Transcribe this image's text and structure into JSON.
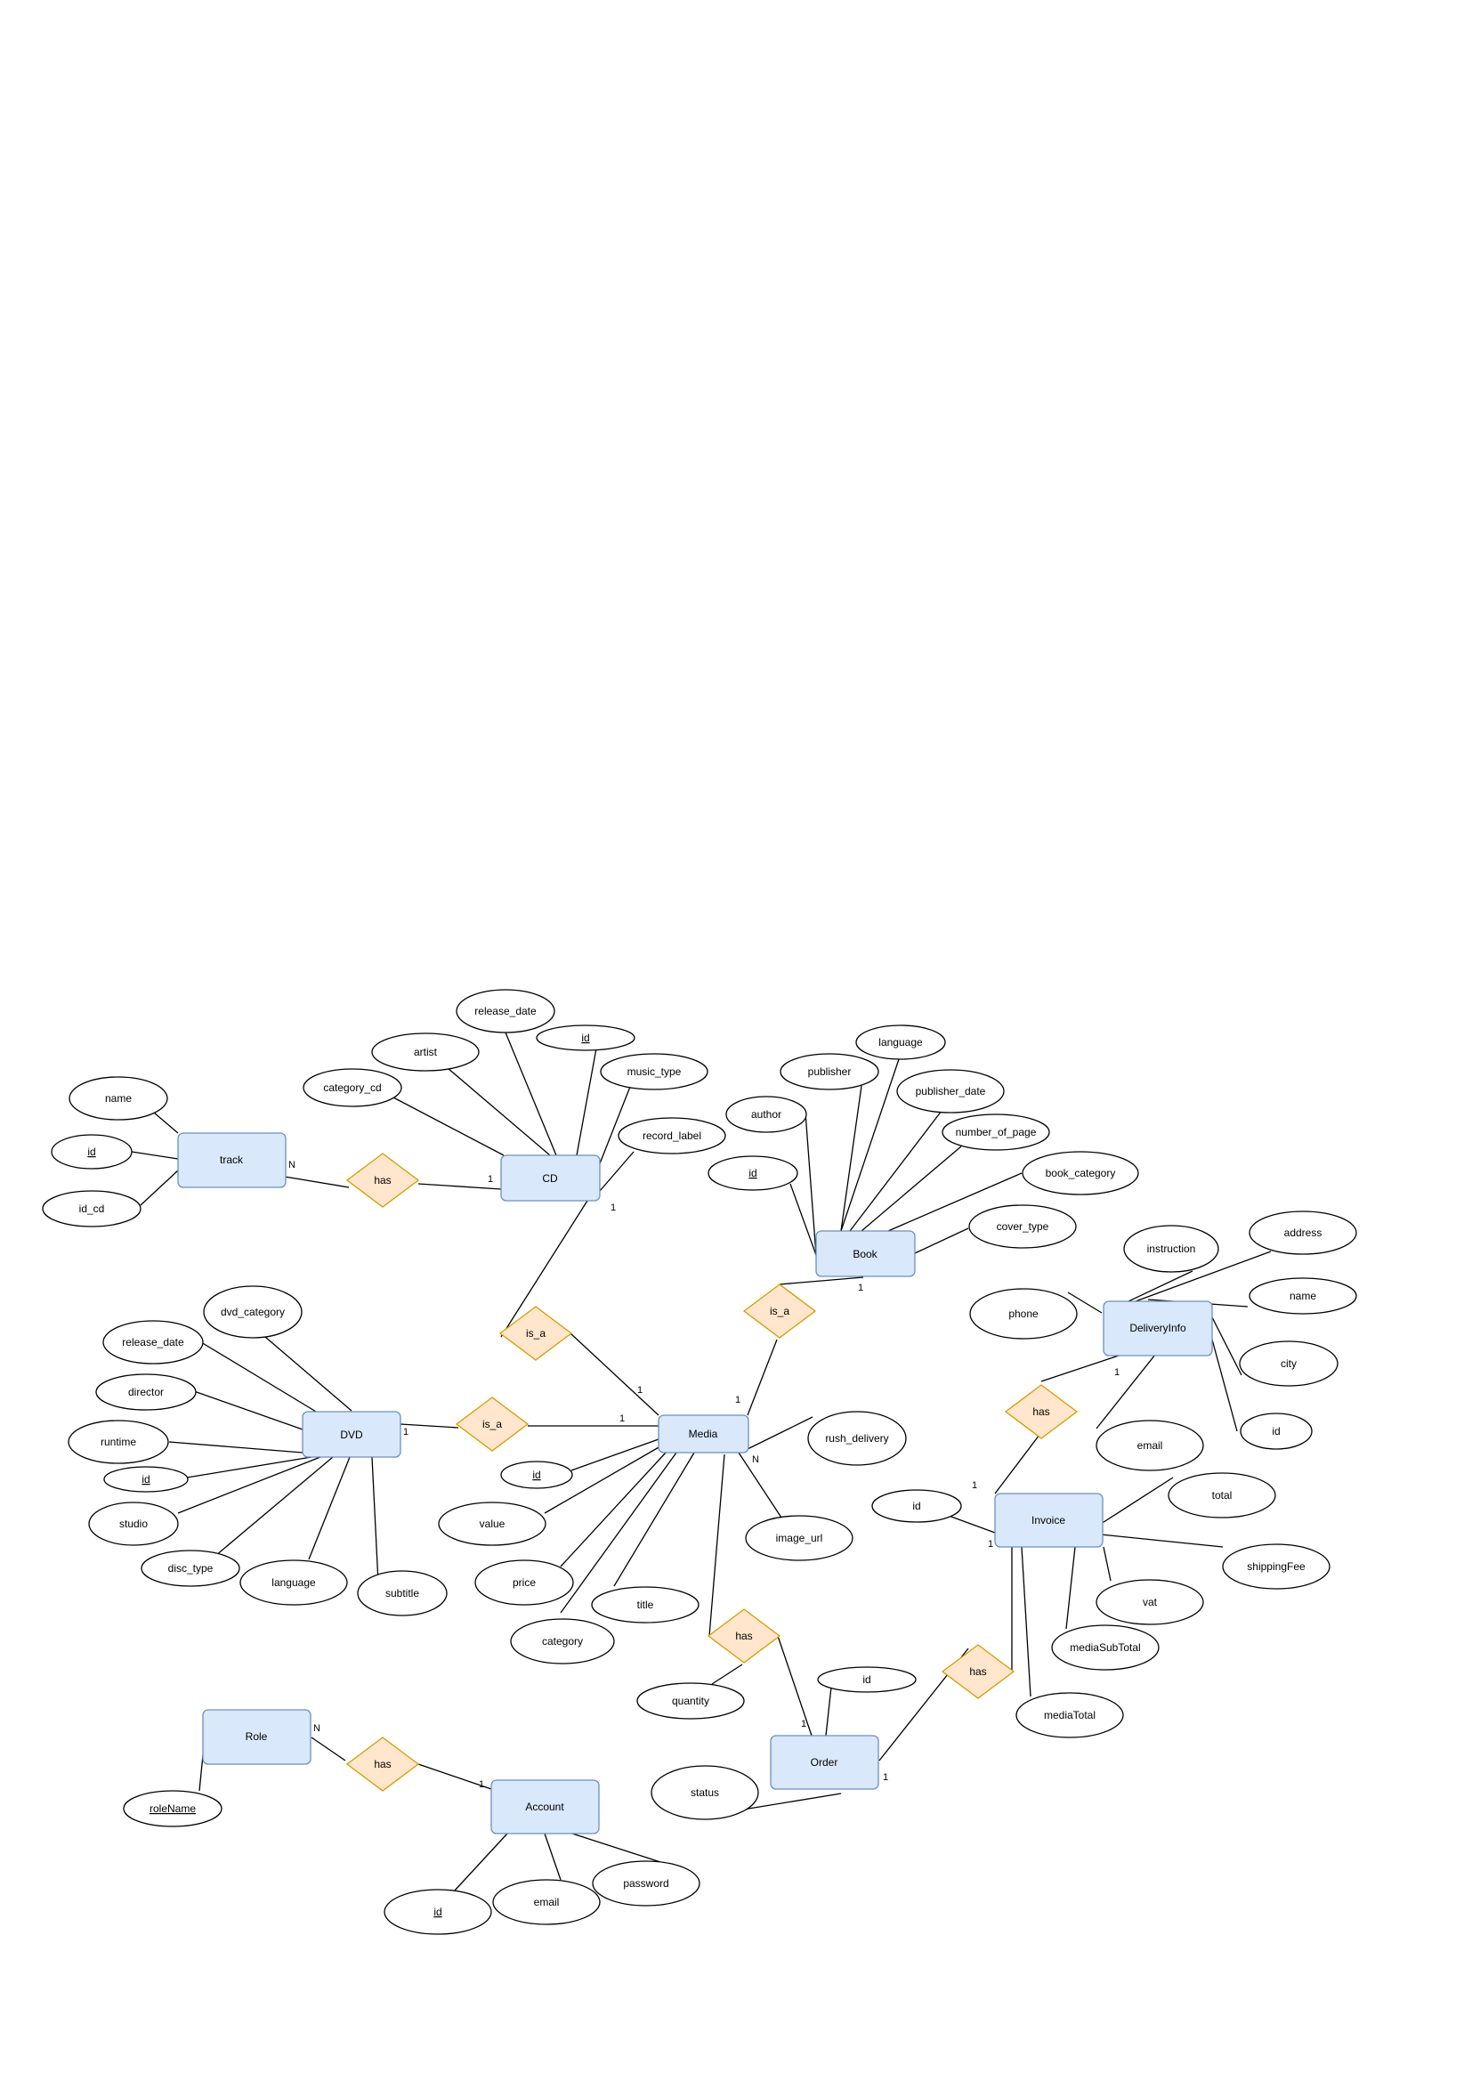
{
  "entities": {
    "track": "track",
    "cd": "CD",
    "book": "Book",
    "dvd": "DVD",
    "media": "Media",
    "deliveryinfo": "DeliveryInfo",
    "invoice": "Invoice",
    "order": "Order",
    "role": "Role",
    "account": "Account"
  },
  "relationships": {
    "has_track_cd": "has",
    "isa_cd_media": "is_a",
    "isa_book_media": "is_a",
    "isa_dvd_media": "is_a",
    "has_delivery_invoice": "has",
    "has_media_order": "has",
    "has_order_invoice": "has",
    "has_role_account": "has"
  },
  "attributes": {
    "track_name": "name",
    "track_id": "id",
    "track_id_cd": "id_cd",
    "cd_release_date": "release_date",
    "cd_artist": "artist",
    "cd_id": "id",
    "cd_category_cd": "category_cd",
    "cd_music_type": "music_type",
    "cd_record_label": "record_label",
    "book_language": "language",
    "book_publisher": "publisher",
    "book_publisher_date": "publisher_date",
    "book_author": "author",
    "book_number_of_page": "number_of_page",
    "book_id": "id",
    "book_book_category": "book_category",
    "book_cover_type": "cover_type",
    "dvd_dvd_category": "dvd_category",
    "dvd_release_date": "release_date",
    "dvd_director": "director",
    "dvd_runtime": "runtime",
    "dvd_id": "id",
    "dvd_studio": "studio",
    "dvd_disc_type": "disc_type",
    "dvd_language": "language",
    "dvd_subtitle": "subtitle",
    "media_id": "id",
    "media_value": "value",
    "media_price": "price",
    "media_title": "title",
    "media_category": "category",
    "media_rush_delivery": "rush_delivery",
    "media_image_url": "image_url",
    "di_instruction": "instruction",
    "di_address": "address",
    "di_name": "name",
    "di_phone": "phone",
    "di_city": "city",
    "di_id": "id",
    "di_email": "email",
    "inv_id": "id",
    "inv_total": "total",
    "inv_shippingFee": "shippingFee",
    "inv_vat": "vat",
    "inv_mediaSubTotal": "mediaSubTotal",
    "inv_mediaTotal": "mediaTotal",
    "order_id": "id",
    "order_quantity": "quantity",
    "order_status": "status",
    "role_roleName": "roleName",
    "acc_id": "id",
    "acc_email": "email",
    "acc_password": "password"
  },
  "cardinalities": {
    "track_has": "N",
    "cd_has": "1",
    "cd_isa": "1",
    "media_isa_cd": "1",
    "media_isa_book": "1",
    "book_isa": "1",
    "dvd_isa": "1",
    "media_isa_dvd": "1",
    "media_has": "N",
    "di_has": "1",
    "inv_has_di": "1",
    "inv_has_order": "1",
    "order_has_media": "1",
    "order_has_inv": "1",
    "role_has": "N",
    "account_has": "1"
  },
  "colors": {
    "entity_fill": "#dae8fc",
    "entity_stroke": "#6c8ebf",
    "relationship_fill": "#ffe6cc",
    "relationship_stroke": "#d79b00",
    "attribute_fill": "#ffffff",
    "line": "#000000"
  }
}
